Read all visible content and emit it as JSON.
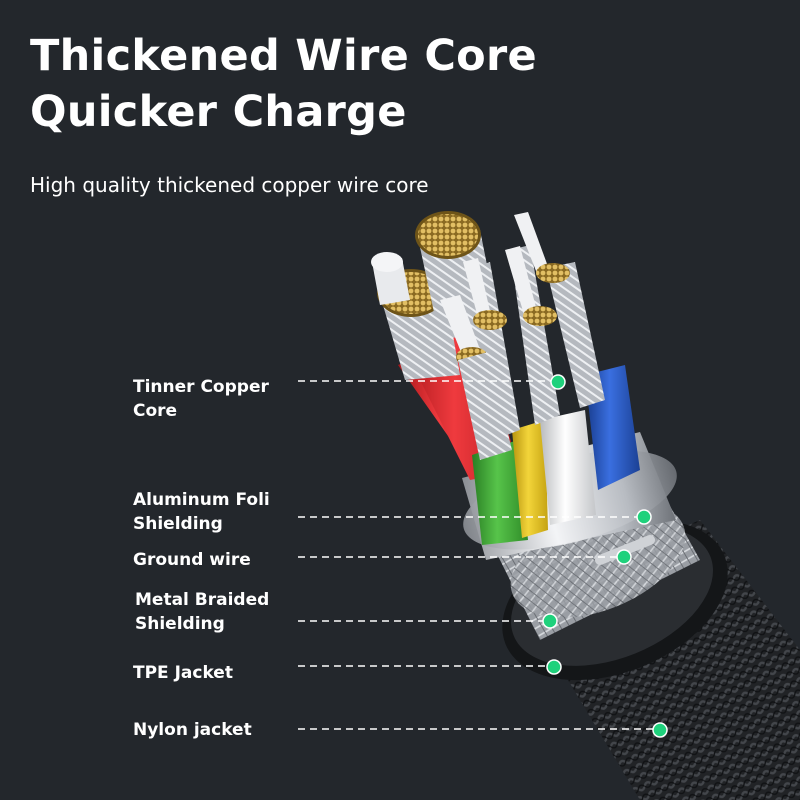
{
  "heading": {
    "line1": "Thickened Wire Core",
    "line2": "Quicker Charge"
  },
  "subheading": "High quality thickened copper wire core",
  "callouts": [
    {
      "line1": "Tinner Copper",
      "line2": "Core"
    },
    {
      "line1": "Aluminum Foli",
      "line2": "Shielding"
    },
    {
      "line1": "Ground wire",
      "line2": ""
    },
    {
      "line1": "Metal Braided",
      "line2": "Shielding"
    },
    {
      "line1": "TPE Jacket",
      "line2": ""
    },
    {
      "line1": "Nylon jacket",
      "line2": ""
    }
  ],
  "colors": {
    "background": "#23272c",
    "marker": "#1fd17c",
    "wire_red": "#e0262b",
    "wire_green": "#3fae35",
    "wire_yellow": "#e6c31c",
    "wire_white": "#f2f2f2",
    "wire_blue": "#2453b8",
    "copper": "#d8b45a"
  }
}
